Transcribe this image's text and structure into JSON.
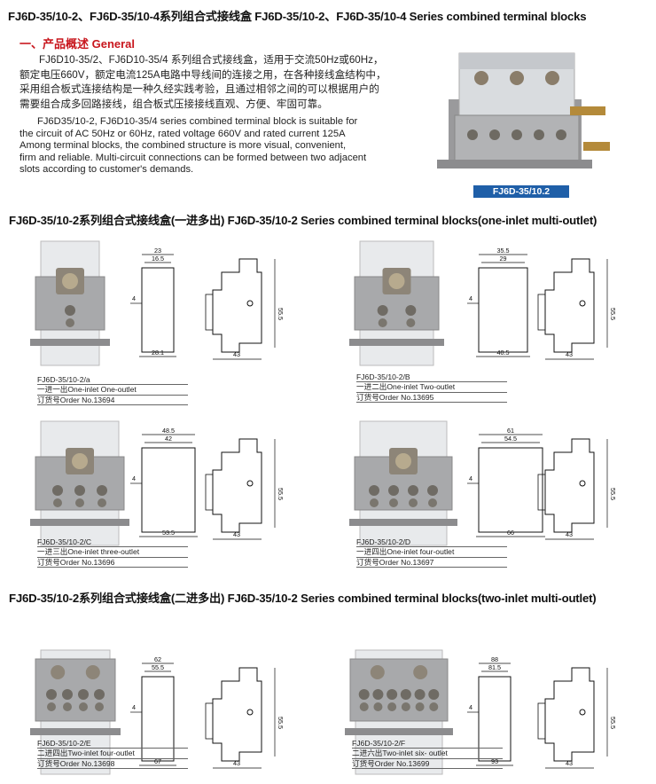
{
  "header": {
    "title": "FJ6D-35/10-2、FJ6D-35/10-4系列组合式接线盒 FJ6D-35/10-2、FJ6D-35/10-4 Series combined terminal blocks"
  },
  "overview": {
    "heading": "一、产品概述 General",
    "cn_lines": [
      "FJ6D10-35/2、FJ6D10-35/4 系列组合式接线盒，适用于交流50Hz或60Hz，",
      "额定电压660V，额定电流125A电路中导线间的连接之用，在各种接线盒结构中，",
      "采用组合板式连接结构是一种久经实践考验，且通过相邻之间的可以根据用户的",
      "需要组合成多回路接线，组合板式压接接线直观、方便、牢固可靠。"
    ],
    "en_lines": [
      "FJ6D35/10-2, FJ6D10-35/4 series combined terminal block is suitable for",
      "the circuit of AC 50Hz or 60Hz, rated voltage 660V and rated current 125A",
      "Among terminal blocks, the combined  structure is more visual, convenient,",
      "firm and reliable. Multi-circuit connections can be formed between two adjacent",
      "slots according to customer's  demands."
    ],
    "photo_tag": "FJ6D-35/10.2"
  },
  "section1": {
    "title": "FJ6D-35/10-2系列组合式接线盒(一进多出) FJ6D-35/10-2 Series combined terminal blocks(one-inlet multi-outlet)"
  },
  "section2": {
    "title": "FJ6D-35/10-2系列组合式接线盒(二进多出) FJ6D-35/10-2 Series combined terminal blocks(two-inlet multi-outlet)"
  },
  "items": [
    {
      "model": "FJ6D-35/10-2/a",
      "desc": "一进一出One-inlet One-outlet",
      "order": "订货号Order No.13694",
      "dims": {
        "top_outer": "23",
        "top_inner": "16.5",
        "bottom": "28.1",
        "side": "4",
        "height": "55.5",
        "depth": "43"
      }
    },
    {
      "model": "FJ6D-35/10-2/B",
      "desc": "一进二出One-inlet  Two-outlet",
      "order": "订货号Order No.13695",
      "dims": {
        "top_outer": "35.5",
        "top_inner": "29",
        "bottom": "40.5",
        "side": "4",
        "height": "55.5",
        "depth": "43"
      }
    },
    {
      "model": "FJ6D-35/10-2/C",
      "desc": "一进三出One-inlet  three-outlet",
      "order": "订货号Order No.13696",
      "dims": {
        "top_outer": "48.5",
        "top_inner": "42",
        "bottom": "53.5",
        "side": "4",
        "height": "55.5",
        "depth": "43"
      }
    },
    {
      "model": "FJ6D-35/10-2/D",
      "desc": "一进四出One-inlet  four-outlet",
      "order": "订货号Order No.13697",
      "dims": {
        "top_outer": "61",
        "top_inner": "54.5",
        "bottom": "66",
        "side": "4",
        "height": "55.5",
        "depth": "43"
      }
    },
    {
      "model": "FJ6D-35/10-2/E",
      "desc": "二进四出Two-inlet  four-outlet",
      "order": "订货号Order No.13698",
      "dims": {
        "top_outer": "62",
        "top_inner": "55.5",
        "bottom": "67",
        "side": "4",
        "height": "55.5",
        "depth": "43"
      }
    },
    {
      "model": "FJ6D-35/10-2/F",
      "desc": "二进六出Two-inlet  six- outlet",
      "order": "订货号Order No.13699",
      "dims": {
        "top_outer": "88",
        "top_inner": "81.5",
        "bottom": "93",
        "side": "4",
        "height": "55.5",
        "depth": "43"
      }
    }
  ]
}
